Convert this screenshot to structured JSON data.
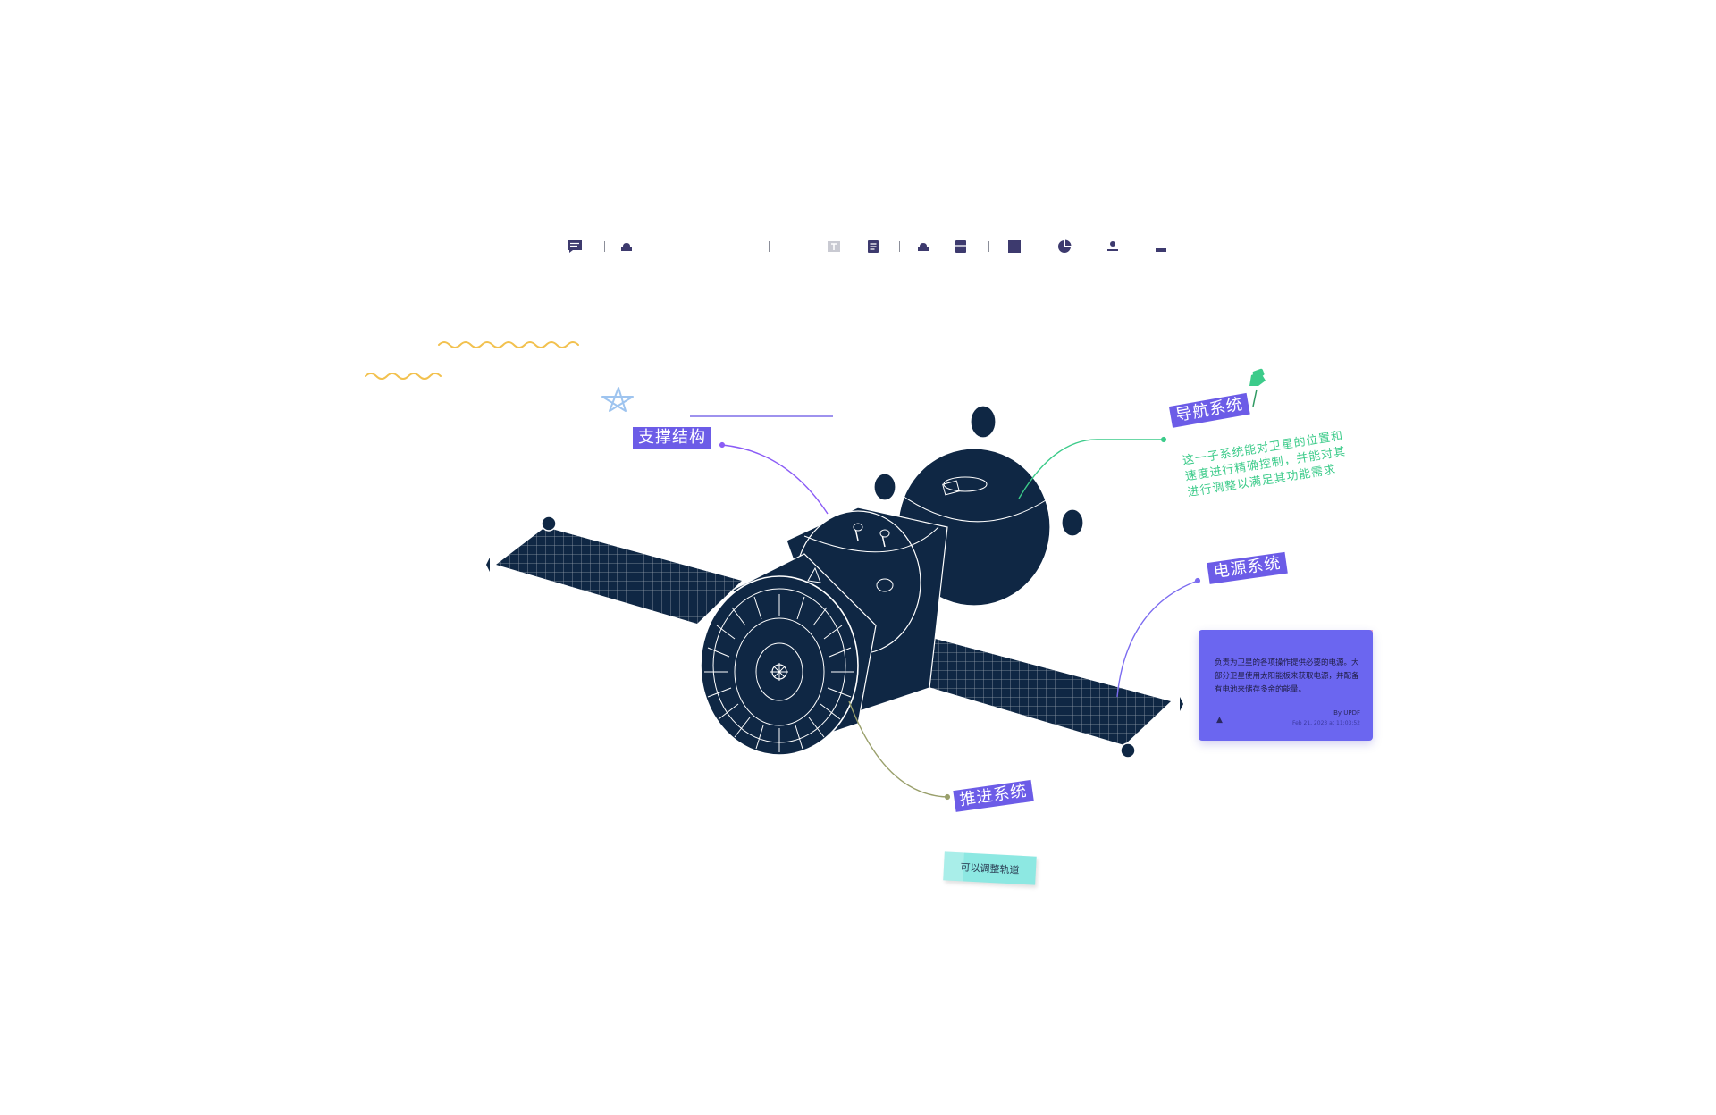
{
  "toolbar": {
    "items": [
      {
        "name": "comment-icon"
      },
      {
        "name": "stamp-icon"
      },
      {
        "name": "text-box-icon"
      },
      {
        "name": "note-icon"
      },
      {
        "name": "stamp-icon"
      },
      {
        "name": "archive-icon"
      },
      {
        "name": "square-icon"
      },
      {
        "name": "pie-icon"
      },
      {
        "name": "person-icon"
      },
      {
        "name": "underline-icon"
      }
    ]
  },
  "labels": {
    "support": "支撑结构",
    "navigation": "导航系统",
    "power": "电源系统",
    "propulsion": "推进系统"
  },
  "navigation_note": "这一子系统能对卫星的位置和速度进行精确控制，并能对其进行调整以满足其功能需求",
  "comment": {
    "body": "负责为卫星的各项操作提供必要的电源。大部分卫星使用太阳能板来获取电源，并配备有电池来储存多余的能量。",
    "author": "By UPDF",
    "date": "Feb 21, 2023 at 11:03:52"
  },
  "sticky_note": "可以调整轨道",
  "colors": {
    "accent": "#6c5ce7",
    "satellite": "#0f2744",
    "green": "#3ccb8a",
    "yellow": "#f2c14e",
    "cyan_note": "#8de8e2",
    "comment_bg": "#6b66f0"
  }
}
